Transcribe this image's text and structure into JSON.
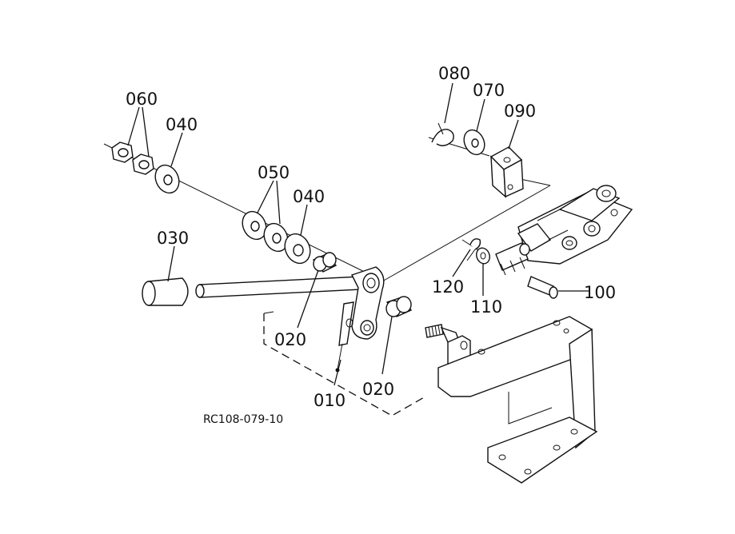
{
  "callouts": {
    "p060": "060",
    "p040a": "040",
    "p050": "050",
    "p040b": "040",
    "p030": "030",
    "p020a": "020",
    "p020b": "020",
    "p010": "010",
    "p080": "080",
    "p070": "070",
    "p090": "090",
    "p120": "120",
    "p110": "110",
    "p100": "100"
  },
  "caption": "RC108-079-10"
}
